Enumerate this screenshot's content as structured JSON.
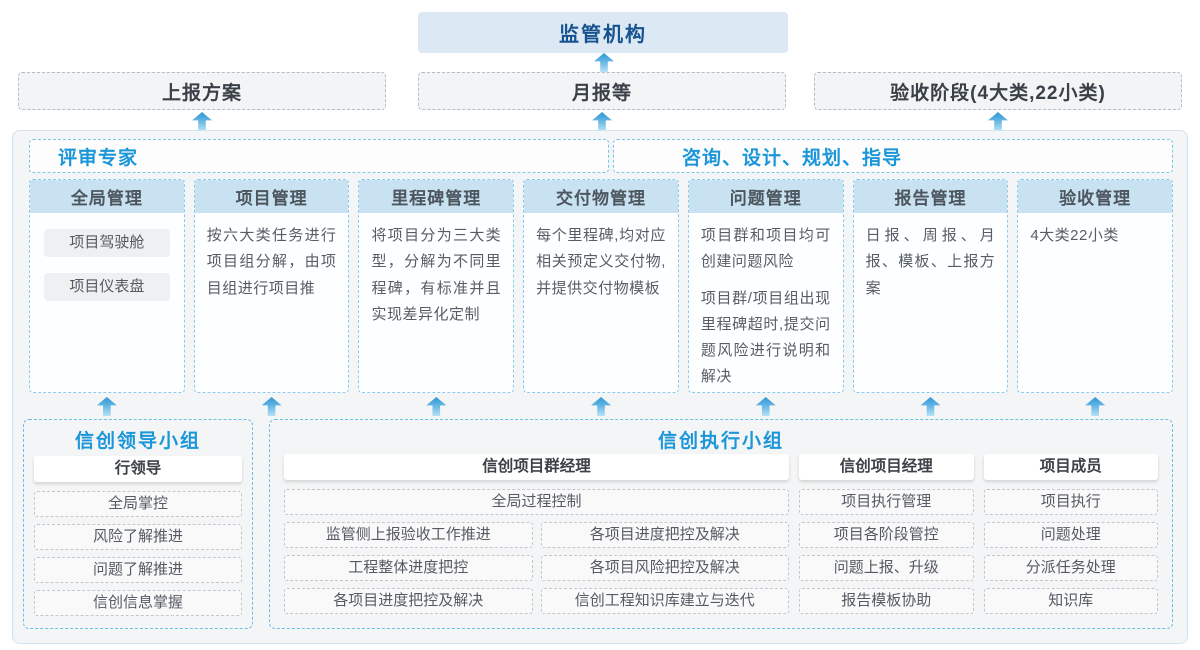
{
  "top": {
    "regulator": "监管机构",
    "channels": [
      "上报方案",
      "月报等",
      "验收阶段(4大类,22小类)"
    ]
  },
  "platform": {
    "experts": "评审专家",
    "advisory": "咨询、设计、规划、指导",
    "columns": [
      {
        "title": "全局管理",
        "pills": [
          "项目驾驶舱",
          "项目仪表盘"
        ]
      },
      {
        "title": "项目管理",
        "paragraphs": [
          "按六大类任务进行项目组分解，由项目组进行项目推"
        ]
      },
      {
        "title": "里程碑管理",
        "paragraphs": [
          "将项目分为三大类型，分解为不同里程碑，有标准并且实现差异化定制"
        ]
      },
      {
        "title": "交付物管理",
        "paragraphs": [
          "每个里程碑,均对应相关预定义交付物,并提供交付物模板"
        ]
      },
      {
        "title": "问题管理",
        "paragraphs": [
          "项目群和项目均可创建问题风险",
          "项目群/项目组出现里程碑超时,提交问题风险进行说明和解决"
        ]
      },
      {
        "title": "报告管理",
        "paragraphs": [
          "日报、周报、月报、模板、上报方案"
        ]
      },
      {
        "title": "验收管理",
        "paragraphs": [
          "4大类22小类"
        ]
      }
    ]
  },
  "groups": {
    "leadership": {
      "title": "信创领导小组",
      "role": "行领导",
      "items": [
        "全局掌控",
        "风险了解推进",
        "问题了解推进",
        "信创信息掌握"
      ]
    },
    "execution": {
      "title": "信创执行小组",
      "program_manager": {
        "role": "信创项目群经理",
        "overall": "全局过程控制",
        "grid_items": [
          "监管侧上报验收工作推进",
          "各项目进度把控及解决",
          "工程整体进度把控",
          "各项目风险把控及解决",
          "各项目进度把控及解决",
          "信创工程知识库建立与迭代"
        ]
      },
      "project_manager": {
        "role": "信创项目经理",
        "items": [
          "项目执行管理",
          "项目各阶段管控",
          "问题上报、升级",
          "报告模板协助"
        ]
      },
      "member": {
        "role": "项目成员",
        "items": [
          "项目执行",
          "问题处理",
          "分派任务处理",
          "知识库"
        ]
      }
    }
  },
  "colors": {
    "accent_blue": "#1b96d8",
    "dark_blue": "#17548f",
    "regulator_bg": "#dce8f3",
    "column_header_bg": "#c8e2f1",
    "panel_dashed_border": "#7cc3e8",
    "arrow_gradient_top": "#2f97d3",
    "arrow_gradient_bottom": "#b6e1f6"
  }
}
